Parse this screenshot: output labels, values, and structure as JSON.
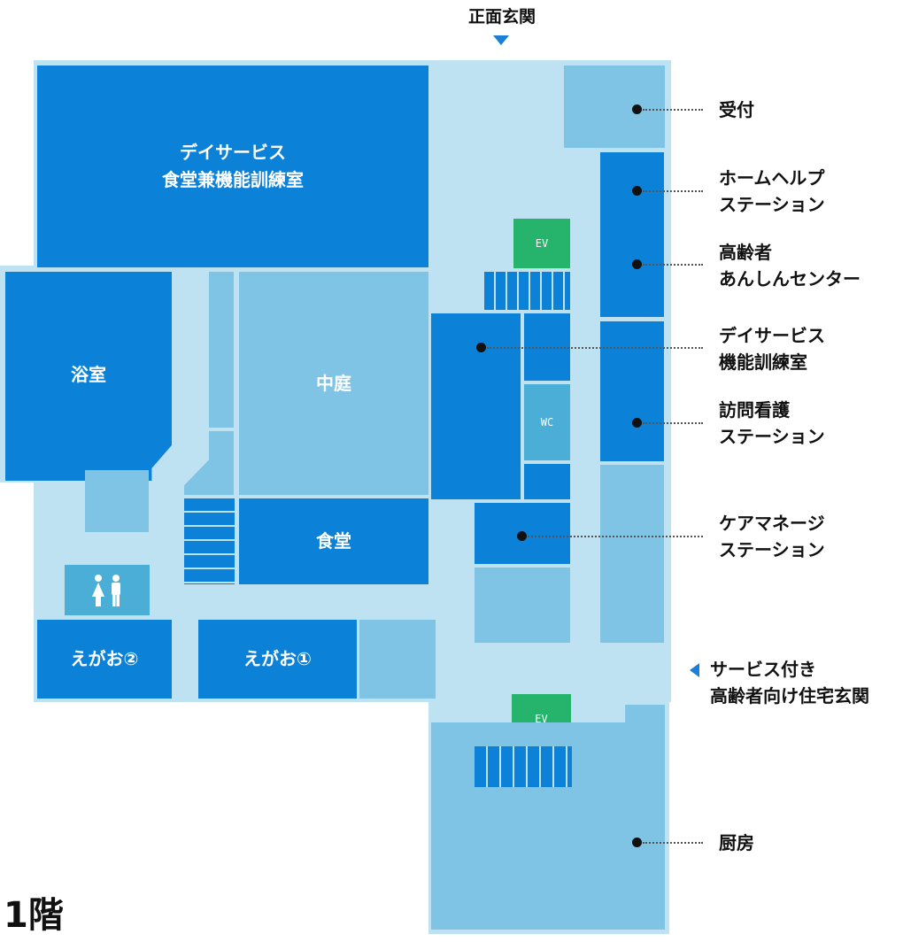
{
  "entrance": {
    "label": "正面玄関"
  },
  "rooms": {
    "day_service_dining": [
      "デイサービス",
      "食堂兼機能訓練室"
    ],
    "bath": "浴室",
    "courtyard": "中庭",
    "dining": "食堂",
    "egao2": "えがお②",
    "egao1": "えがお①",
    "ev_upper": "EV",
    "ev_lower": "EV",
    "wc": "WC"
  },
  "callouts": {
    "reception": "受付",
    "home_help": [
      "ホームヘルプ",
      "ステーション"
    ],
    "elderly_support": [
      "高齢者",
      "あんしんセンター"
    ],
    "day_service_training": [
      "デイサービス",
      "機能訓練室"
    ],
    "home_nursing": [
      "訪問看護",
      "ステーション"
    ],
    "care_manager": [
      "ケアマネージ",
      "ステーション"
    ],
    "housing_entrance": [
      "サービス付き",
      "高齢者向け住宅玄関"
    ],
    "kitchen": "厨房"
  },
  "floor": {
    "label": "1階"
  },
  "colors": {
    "corridor": "#bfe2f3",
    "room_dark": "#0c81d8",
    "room_light": "#7fc3e5",
    "wc": "#4aaed6",
    "elevator": "#26b46c",
    "marker": "#1a7fd6"
  },
  "icons": {
    "restroom": "restroom-icon",
    "entrance_arrow": "triangle-down-icon",
    "side_arrow": "triangle-left-icon"
  }
}
